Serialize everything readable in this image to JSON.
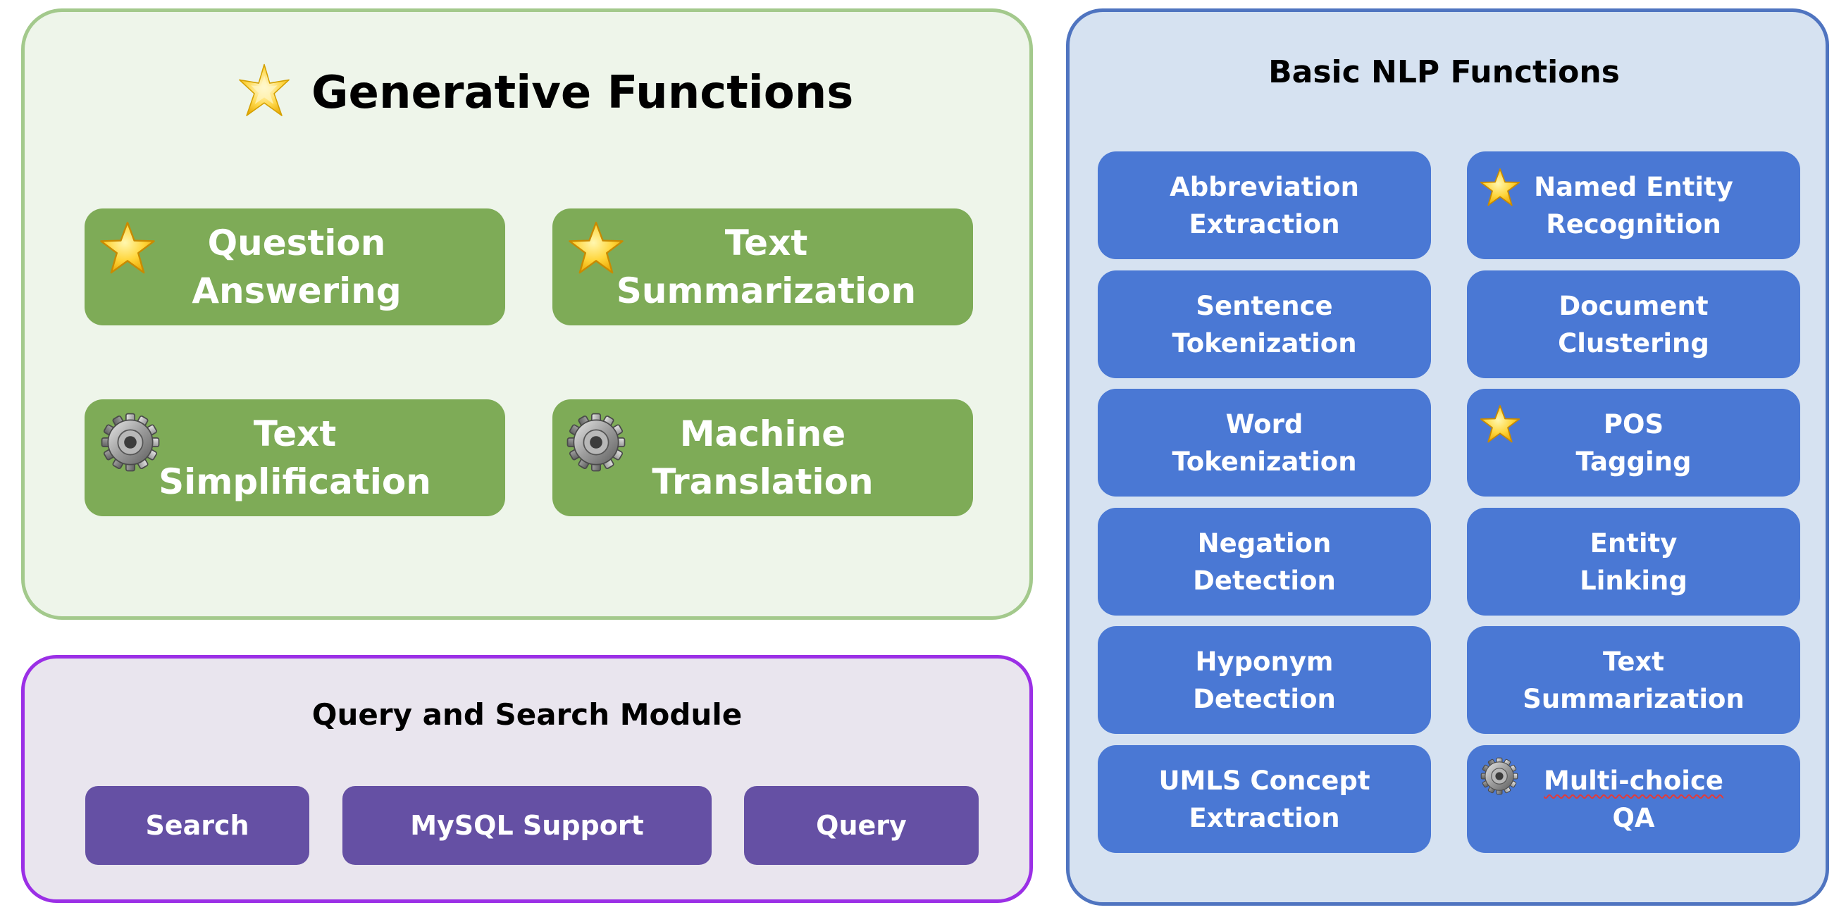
{
  "generative": {
    "title": "Generative Functions",
    "items": [
      {
        "label": "Question\nAnswering",
        "icon": "star-icon"
      },
      {
        "label": "Text\nSummarization",
        "icon": "star-icon"
      },
      {
        "label": "Text\nSimplification",
        "icon": "gear-icon"
      },
      {
        "label": "Machine\nTranslation",
        "icon": "gear-icon"
      }
    ]
  },
  "query_search": {
    "title": "Query and Search Module",
    "items": [
      {
        "label": "Search"
      },
      {
        "label": "MySQL Support"
      },
      {
        "label": "Query"
      }
    ]
  },
  "basic_nlp": {
    "title": "Basic NLP Functions",
    "items": [
      {
        "label": "Abbreviation\nExtraction"
      },
      {
        "label": "Named Entity\nRecognition",
        "icon": "star-icon"
      },
      {
        "label": "Sentence\nTokenization"
      },
      {
        "label": "Document\nClustering"
      },
      {
        "label": "Word\nTokenization"
      },
      {
        "label": "POS\nTagging",
        "icon": "star-icon"
      },
      {
        "label": "Negation\nDetection"
      },
      {
        "label": "Entity\nLinking"
      },
      {
        "label": "Hyponym\nDetection"
      },
      {
        "label": "Text\nSummarization"
      },
      {
        "label": "UMLS Concept\nExtraction"
      },
      {
        "label_line1": "Multi-choice",
        "label_line2": "QA",
        "icon": "gear-icon"
      }
    ]
  },
  "colors": {
    "generative_panel_bg": "#eef5ea",
    "generative_panel_border": "#a3c98c",
    "generative_box": "#7eab57",
    "query_panel_bg": "#e9e5ee",
    "query_panel_border": "#9b2fe6",
    "query_box": "#6550a4",
    "nlp_panel_bg": "#d6e2f1",
    "nlp_panel_border": "#4f74c0",
    "nlp_box": "#4a78d4"
  }
}
